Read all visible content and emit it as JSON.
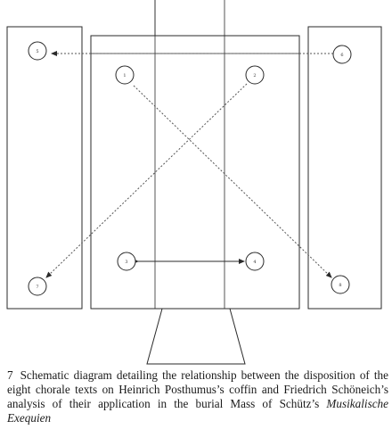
{
  "figure": {
    "number": "7",
    "caption_text": "Schematic diagram detailing the relationship between the disposition of the eight chorale texts on Heinrich Posthumus’s coffin and Friedrich Schöneich’s analysis of their application in the burial Mass of Schütz’s",
    "caption_title": "Musikalische Exequien"
  },
  "nodes": [
    {
      "id": "n1",
      "label": "5",
      "pos": "left-panel-top"
    },
    {
      "id": "n2",
      "label": "6",
      "pos": "right-panel-top"
    },
    {
      "id": "n3",
      "label": "1",
      "pos": "center-top-left"
    },
    {
      "id": "n4",
      "label": "2",
      "pos": "center-top-right"
    },
    {
      "id": "n5",
      "label": "3",
      "pos": "center-bottom-left"
    },
    {
      "id": "n6",
      "label": "4",
      "pos": "center-bottom-right"
    },
    {
      "id": "n7",
      "label": "7",
      "pos": "left-panel-bottom"
    },
    {
      "id": "n8",
      "label": "8",
      "pos": "right-panel-bottom"
    }
  ],
  "colors": {
    "stroke": "#2a2a2a",
    "dotted": "#555555",
    "caption": "#1a1a1a"
  }
}
